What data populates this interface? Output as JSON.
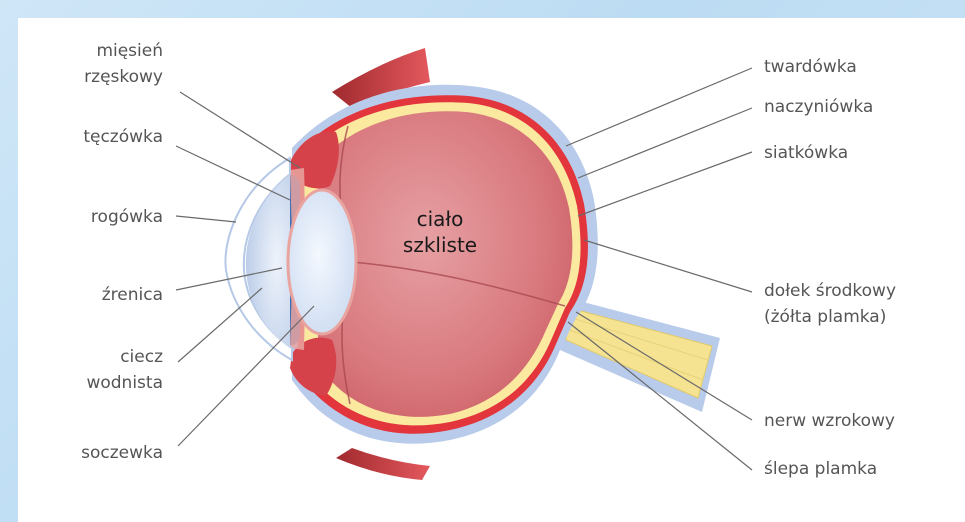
{
  "labels": {
    "miesien_1": "mięsień",
    "miesien_2": "rzęskowy",
    "teczowka": "tęczówka",
    "rogowka": "rogówka",
    "zrenica": "źrenica",
    "ciecz_1": "ciecz",
    "ciecz_2": "wodnista",
    "soczewka": "soczewka",
    "twardowka": "twardówka",
    "naczyniowka": "naczyniówka",
    "siatkowka": "siatkówka",
    "dolek_1": "dołek środkowy",
    "dolek_2": "(żółta plamka)",
    "nerw": "nerw wzrokowy",
    "slepa": "ślepa plamka",
    "cialo_1": "ciało",
    "cialo_2": "szkliste"
  },
  "colors": {
    "background_gradient": "#c6e1f5",
    "sclera": "#b9cbea",
    "choroid": "#e2353c",
    "retina": "#fbe9a0",
    "vitreous": "#d9777c",
    "lens": "#e8f0fb",
    "iris": "#3f6fb3",
    "optic_nerve": "#f5e391"
  }
}
